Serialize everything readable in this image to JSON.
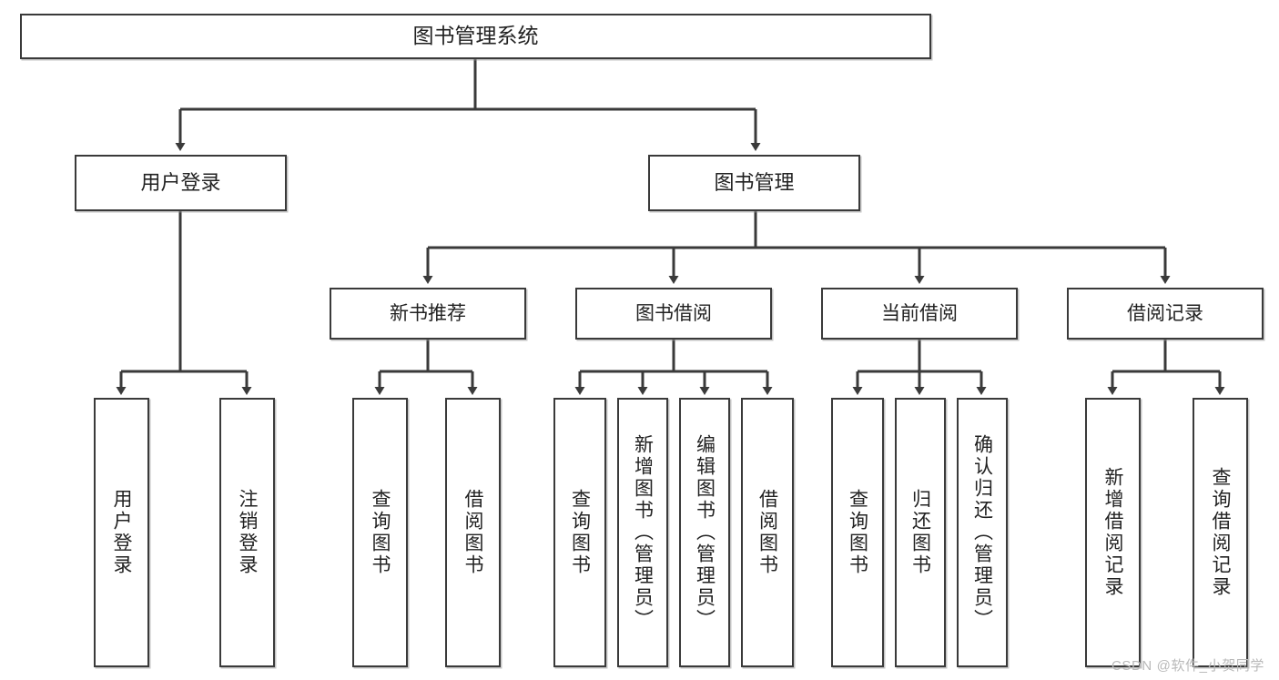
{
  "diagram": {
    "title": "图书管理系统",
    "type": "tree",
    "watermark": "CSDN @软件_小贺同学",
    "colors": {
      "box_border": "#3a3a3a",
      "box_fill": "#ffffff",
      "connector": "#3a3a3a",
      "text": "#222222",
      "watermark": "#b9b9b9"
    },
    "root": {
      "label": "图书管理系统"
    },
    "level1": [
      {
        "label": "用户登录"
      },
      {
        "label": "图书管理"
      }
    ],
    "level2": [
      {
        "label": "新书推荐"
      },
      {
        "label": "图书借阅"
      },
      {
        "label": "当前借阅"
      },
      {
        "label": "借阅记录"
      }
    ],
    "leaves": [
      {
        "label": "用户登录",
        "parent": "用户登录"
      },
      {
        "label": "注销登录",
        "parent": "用户登录"
      },
      {
        "label": "查询图书",
        "parent": "新书推荐"
      },
      {
        "label": "借阅图书",
        "parent": "新书推荐"
      },
      {
        "label": "查询图书",
        "parent": "图书借阅"
      },
      {
        "label": "新增图书（管理员）",
        "parent": "图书借阅"
      },
      {
        "label": "编辑图书（管理员）",
        "parent": "图书借阅"
      },
      {
        "label": "借阅图书",
        "parent": "图书借阅"
      },
      {
        "label": "查询图书",
        "parent": "当前借阅"
      },
      {
        "label": "归还图书",
        "parent": "当前借阅"
      },
      {
        "label": "确认归还（管理员）",
        "parent": "当前借阅"
      },
      {
        "label": "新增借阅记录",
        "parent": "借阅记录"
      },
      {
        "label": "查询借阅记录",
        "parent": "借阅记录"
      }
    ]
  }
}
